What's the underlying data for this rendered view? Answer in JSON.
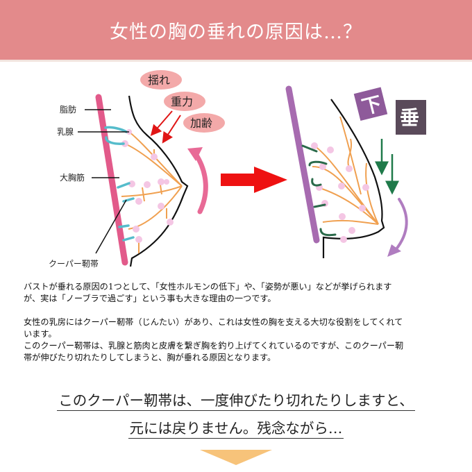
{
  "header": {
    "title": "女性の胸の垂れの原因は…？",
    "background": "#e38a8b"
  },
  "diagram": {
    "before": {
      "labels": {
        "fat": "脂肪",
        "mammary_gland": "乳腺",
        "pectoralis_major": "大胸筋",
        "cooper_ligament": "クーパー靭帯"
      },
      "causes": [
        "揺れ",
        "重力",
        "加齢"
      ]
    },
    "after": {
      "tags": [
        "下",
        "垂"
      ]
    },
    "colors": {
      "muscle_before": "#e25a8a",
      "muscle_after": "#a76bb0",
      "ligament_before": "#55bccb",
      "ligament_after": "#2a6a4a",
      "gland": "#f0a050",
      "lobule": "#f4c6e4",
      "transition_arrow": "#ee1111",
      "bubble": "#f3a9a9",
      "down_arrow_green": "#1f7a4a",
      "curve_arrow_purple": "#b07dc0"
    }
  },
  "body": {
    "paragraph1": [
      "バストが垂れる原因の1つとして、「女性ホルモンの低下」や、「姿勢が悪い」などが挙げられます",
      "が、実は「ノーブラで過ごす」という事も大きな理由の一つです。"
    ],
    "paragraph2": [
      "女性の乳房にはクーパー靭帯（じんたい）があり、これは女性の胸を支える大切な役割をしてくれて",
      "います。",
      "このクーパー靭帯は、乳腺と筋肉と皮膚を繋ぎ胸を釣り上げてくれているのですが、このクーパー靭",
      "帯が伸びたり切れたりしてしまうと、胸が垂れる原因となります。"
    ]
  },
  "emphasis": {
    "line1": "このクーパー靭帯は、一度伸びたり切れたりしますと、",
    "line2": "元には戻りません。残念ながら…"
  },
  "next_arrow": {
    "color": "#f7c37a"
  }
}
